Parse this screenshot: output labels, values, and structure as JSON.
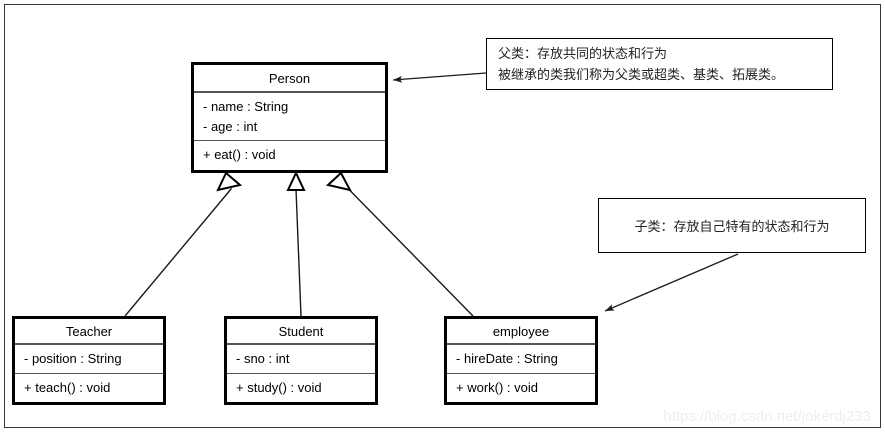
{
  "diagram": {
    "type": "uml-class-diagram",
    "classes": [
      {
        "id": "person",
        "name": "Person",
        "role": "superclass",
        "attributes": [
          "- name : String",
          "- age : int"
        ],
        "operations": [
          "+ eat() : void"
        ]
      },
      {
        "id": "teacher",
        "name": "Teacher",
        "role": "subclass",
        "attributes": [
          "- position : String"
        ],
        "operations": [
          "+ teach() : void"
        ]
      },
      {
        "id": "student",
        "name": "Student",
        "role": "subclass",
        "attributes": [
          "- sno : int"
        ],
        "operations": [
          "+ study() : void"
        ]
      },
      {
        "id": "employee",
        "name": "employee",
        "role": "subclass",
        "attributes": [
          "- hireDate : String"
        ],
        "operations": [
          "+ work() : void"
        ]
      }
    ],
    "generalizations": [
      {
        "from": "Teacher",
        "to": "Person"
      },
      {
        "from": "Student",
        "to": "Person"
      },
      {
        "from": "employee",
        "to": "Person"
      }
    ],
    "notes": [
      {
        "id": "note-super",
        "target": "Person",
        "lines": [
          "父类：存放共同的状态和行为",
          "被继承的类我们称为父类或超类、基类、拓展类。"
        ]
      },
      {
        "id": "note-sub",
        "target": "employee",
        "lines": [
          "子类：存放自己特有的状态和行为"
        ]
      }
    ]
  },
  "watermark": {
    "text": "https://blog.csdn.net/jokerdj233"
  },
  "colors": {
    "background": "#ffffff",
    "box_border": "#000000",
    "note_border": "#000000",
    "compartment_divider": "#555555",
    "connector": "#1a1a1a",
    "frame": "#3a3340",
    "watermark": "#eceef1"
  }
}
